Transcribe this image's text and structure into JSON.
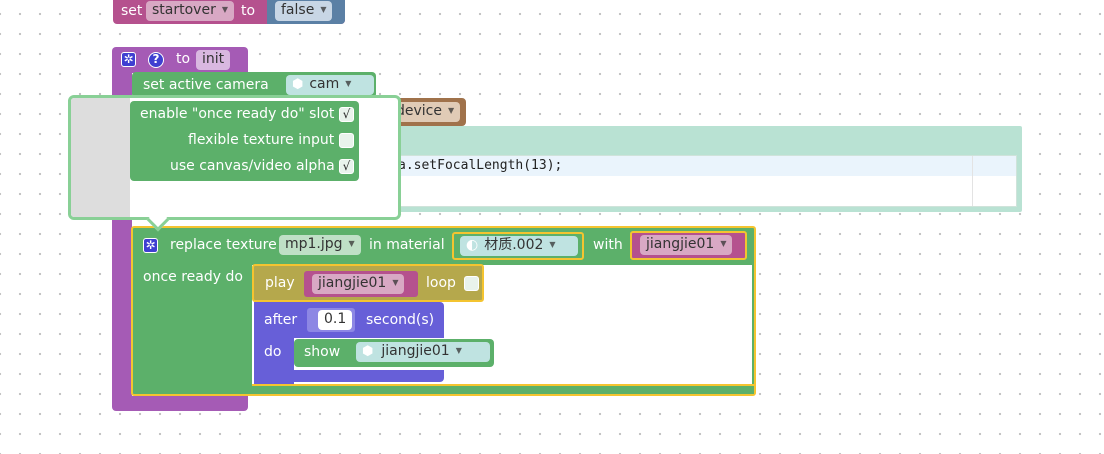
{
  "set_block": {
    "set_label": "set",
    "variable": "startover",
    "to_label": "to",
    "value": "false"
  },
  "procedure": {
    "to_label": "to",
    "name": "init"
  },
  "camera_block": {
    "label": "set active camera",
    "camera": "cam"
  },
  "hidden_block": {
    "dropdown_value": "device"
  },
  "code_block": {
    "line": "a.setFocalLength(13);"
  },
  "popup": {
    "items": [
      {
        "label": "enable \"once ready do\" slot",
        "checked": "√"
      },
      {
        "label": "flexible texture input",
        "checked": ""
      },
      {
        "label": "use canvas/video alpha",
        "checked": "√"
      }
    ]
  },
  "texture_block": {
    "replace_label": "replace texture",
    "texture": "mp1.jpg",
    "material_label": "in material",
    "material": "材质.002",
    "with_label": "with",
    "with_value": "jiangjie01",
    "once_ready_label": "once ready do"
  },
  "play_block": {
    "label": "play",
    "target": "jiangjie01",
    "loop_label": "loop"
  },
  "after_block": {
    "after_label": "after",
    "seconds": "0.1",
    "seconds_label": "second(s)",
    "do_label": "do"
  },
  "show_block": {
    "label": "show",
    "target": "jiangjie01"
  },
  "colors": {
    "procedure": "#a55bb5",
    "green_block": "#5cb06a",
    "variable": "#b5518e",
    "logic": "#5b80a5",
    "sound": "#b5a84c",
    "timer": "#675fd8",
    "code": "#b9e2d3"
  }
}
